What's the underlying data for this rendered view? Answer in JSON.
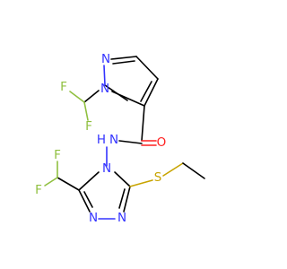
{
  "molecule": {
    "atom_labels": {
      "n_pyrazole_top": "N",
      "n_pyrazole_bottom": "N",
      "f_top": "F",
      "f_bottom": "F",
      "o_carbonyl": "O",
      "n_amide": "N",
      "h_amide": "H",
      "n_triazole_center": "N",
      "f_triazole_top": "F",
      "f_triazole_bottom": "F",
      "s_thioether": "S",
      "n_triazole_left": "N",
      "n_triazole_right": "N"
    },
    "colors": {
      "carbon_bond": "#000000",
      "nitrogen": "#3333ff",
      "fluorine": "#90c040",
      "oxygen": "#ff2020",
      "sulfur": "#c8a400",
      "background": "#ffffff"
    }
  }
}
